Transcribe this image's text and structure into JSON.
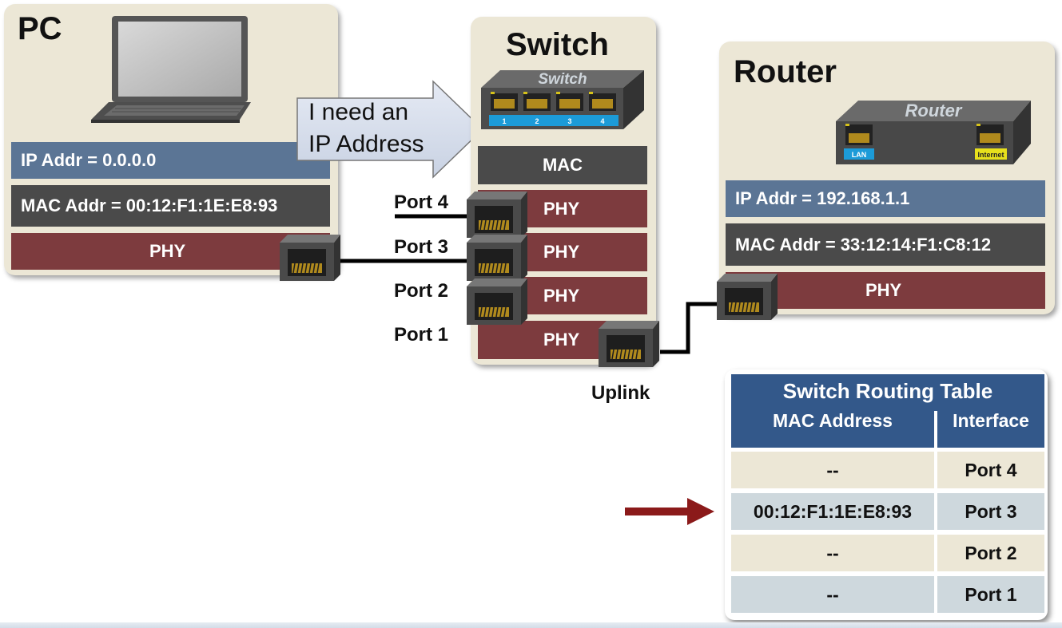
{
  "pc": {
    "title": "PC",
    "ip_addr": "IP Addr = 0.0.0.0",
    "mac_addr": "MAC Addr = 00:12:F1:1E:E8:93",
    "phy": "PHY"
  },
  "callout": {
    "line1": "I need an",
    "line2": "IP Address"
  },
  "switch": {
    "title": "Switch",
    "device_label": "Switch",
    "port_numbers": [
      "1",
      "2",
      "3",
      "4"
    ],
    "mac": "MAC",
    "phy": "PHY",
    "ports": [
      "Port 4",
      "Port 3",
      "Port 2",
      "Port 1"
    ],
    "uplink": "Uplink"
  },
  "router": {
    "title": "Router",
    "device_label": "Router",
    "lan_label": "LAN",
    "internet_label": "Internet",
    "ip_addr": "IP Addr = 192.168.1.1",
    "mac_addr": "MAC Addr = 33:12:14:F1:C8:12",
    "phy": "PHY"
  },
  "routing_table": {
    "title": "Switch Routing Table",
    "col_mac": "MAC Address",
    "col_interface": "Interface",
    "rows": [
      {
        "mac": "--",
        "interface": "Port 4"
      },
      {
        "mac": "00:12:F1:1E:E8:93",
        "interface": "Port 3"
      },
      {
        "mac": "--",
        "interface": "Port 2"
      },
      {
        "mac": "--",
        "interface": "Port 1"
      }
    ],
    "highlighted_row": 1
  },
  "colors": {
    "panel": "#ece7d6",
    "ip_bar": "#5b7595",
    "mac_bar": "#4a4a4a",
    "phy_bar": "#7d3b3e",
    "table_header": "#33588a",
    "arrow": "#8b1a1a",
    "port_usb_blue": "#1c9bd8"
  },
  "icons": [
    "laptop-icon",
    "switch-device-icon",
    "router-device-icon",
    "rj45-port-icon",
    "callout-arrow",
    "pointer-arrow"
  ]
}
